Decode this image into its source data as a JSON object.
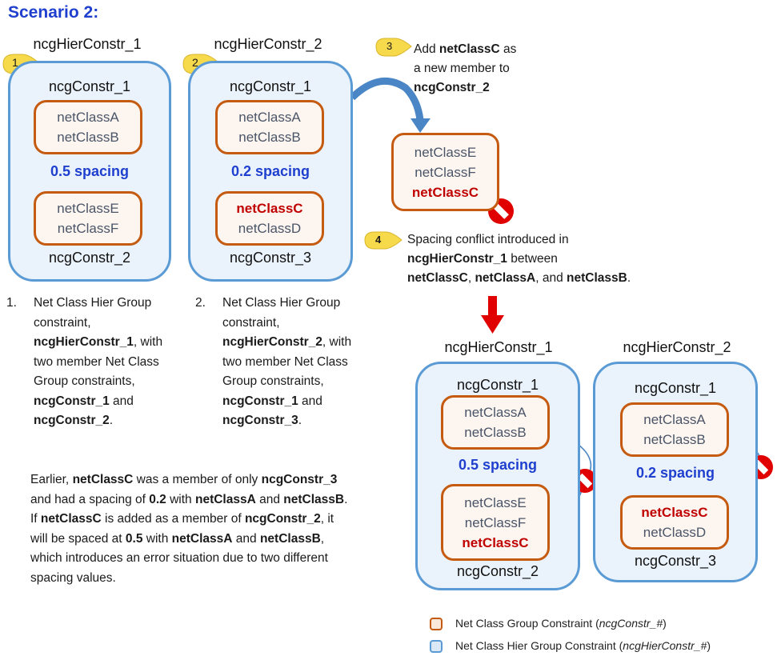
{
  "title": "Scenario 2:",
  "colors": {
    "title": "#1f3fcf",
    "hier_border": "#5b9bd5",
    "hier_fill": "#eaf2fb",
    "ncg_border": "#c55a11",
    "ncg_fill": "#fdf6f0",
    "highlight": "#c00000",
    "callout": "#f7d94c",
    "arrow_red": "#e00000",
    "arrow_blue": "#4a86c5"
  },
  "before": {
    "hier1": {
      "label": "ncgHierConstr_1",
      "callout": "1",
      "top_title": "ncgConstr_1",
      "top_members": [
        "netClassA",
        "netClassB"
      ],
      "spacing": "0.5 spacing",
      "bottom_members": [
        "netClassE",
        "netClassF"
      ],
      "bottom_title": "ncgConstr_2"
    },
    "hier2": {
      "label": "ncgHierConstr_2",
      "callout": "2",
      "top_title": "ncgConstr_1",
      "top_members": [
        "netClassA",
        "netClassB"
      ],
      "spacing": "0.2 spacing",
      "bottom_members": [
        "netClassC",
        "netClassD"
      ],
      "bottom_title": "ncgConstr_3"
    }
  },
  "step3": {
    "callout": "3",
    "text_1": "Add ",
    "text_bold": "netClassC",
    "text_2": " as",
    "line2": "a new member to",
    "line3": "ncgConstr_2",
    "members": [
      "netClassE",
      "netClassF",
      "netClassC"
    ]
  },
  "step4": {
    "callout": "4",
    "line1": "Spacing conflict introduced in",
    "line2_bold": "ncgHierConstr_1",
    "line2_rest": " between",
    "line3_b1": "netClassC",
    "line3_t1": ", ",
    "line3_b2": "netClassA",
    "line3_t2": ", and ",
    "line3_b3": "netClassB",
    "line3_t3": "."
  },
  "notes": [
    {
      "num": "1.",
      "l1": "Net Class Hier Group",
      "l2": "constraint,",
      "l3_b": "ncgHierConstr_1",
      "l3_t": ", with",
      "l4": "two member Net Class",
      "l5": "Group constraints,",
      "l6_b": "ncgConstr_1",
      "l6_t": " and",
      "l7_b": "ncgConstr_2",
      "l7_t": "."
    },
    {
      "num": "2.",
      "l1": "Net Class Hier Group",
      "l2": "constraint,",
      "l3_b": "ncgHierConstr_2",
      "l3_t": ", with",
      "l4": "two member Net Class",
      "l5": "Group constraints,",
      "l6_b": "ncgConstr_1",
      "l6_t": " and",
      "l7_b": "ncgConstr_3",
      "l7_t": "."
    }
  ],
  "explanation": {
    "p1": "Earlier, ",
    "b1": "netClassC",
    "p2": " was a member of only ",
    "b2": "ncgConstr_3",
    "p3": "and had a spacing of ",
    "b3": "0.2",
    "p4": " with ",
    "b4": "netClassA",
    "p5": " and ",
    "b5": "netClassB",
    "p6": ".",
    "p7": "If ",
    "b6": "netClassC",
    "p8": " is added as a member of ",
    "b7": "ncgConstr_2",
    "p9": ", it",
    "p10": "will be spaced at ",
    "b8": "0.5",
    "p11": " with ",
    "b9": "netClassA",
    "p12": " and ",
    "b10": "netClassB",
    "p13": ",",
    "p14": "which introduces an error situation due to two different",
    "p15": "spacing values."
  },
  "after": {
    "hier1": {
      "label": "ncgHierConstr_1",
      "top_title": "ncgConstr_1",
      "top_members": [
        "netClassA",
        "netClassB"
      ],
      "spacing": "0.5 spacing",
      "bottom_members": [
        "netClassE",
        "netClassF",
        "netClassC"
      ],
      "bottom_title": "ncgConstr_2"
    },
    "hier2": {
      "label": "ncgHierConstr_2",
      "top_title": "ncgConstr_1",
      "top_members": [
        "netClassA",
        "netClassB"
      ],
      "spacing": "0.2 spacing",
      "bottom_members": [
        "netClassC",
        "netClassD"
      ],
      "bottom_title": "ncgConstr_3"
    }
  },
  "legend": [
    {
      "text": "Net Class Group Constraint (",
      "italic": "ncgConstr_#",
      "close": ")"
    },
    {
      "text": "Net Class Hier Group Constraint (",
      "italic": "ncgHierConstr_#",
      "close": ")"
    }
  ]
}
